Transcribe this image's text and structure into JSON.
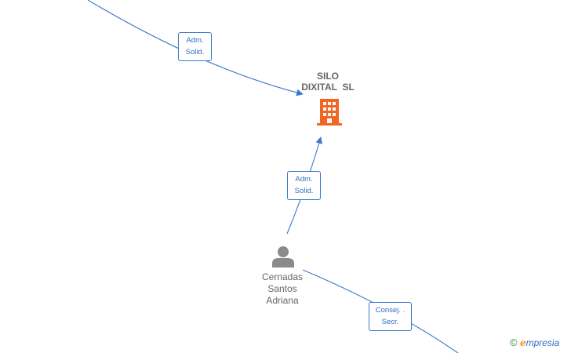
{
  "nodes": {
    "company": {
      "name_line1": "SILO",
      "name_line2": "DIXITAL  SL",
      "icon": "building-icon",
      "color": "#f26522"
    },
    "person": {
      "name_line1": "Cernadas",
      "name_line2": "Santos",
      "name_line3": "Adriana",
      "icon": "person-icon",
      "color": "#8a8a8a"
    }
  },
  "edges": [
    {
      "id": "top",
      "line1": "Adm.",
      "line2": "Solid."
    },
    {
      "id": "middle",
      "line1": "Adm.",
      "line2": "Solid."
    },
    {
      "id": "bottom",
      "line1": "Consej. .",
      "line2": "Secr."
    }
  ],
  "colors": {
    "edge": "#3a78c8"
  },
  "brand": {
    "copyright": "©",
    "e": "e",
    "rest": "mpresia"
  }
}
